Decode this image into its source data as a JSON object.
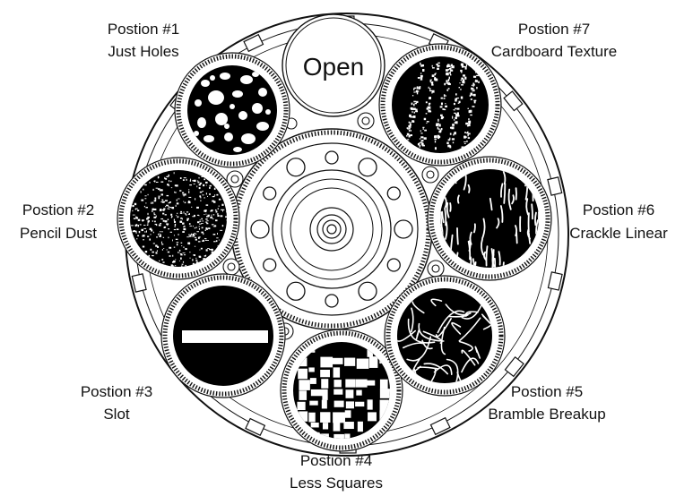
{
  "wheel": {
    "open_label": "Open",
    "positions": [
      {
        "id": 1,
        "line1": "Postion #1",
        "line2": "Just Holes",
        "pattern": "holes"
      },
      {
        "id": 2,
        "line1": "Postion #2",
        "line2": "Pencil Dust",
        "pattern": "dust"
      },
      {
        "id": 3,
        "line1": "Postion #3",
        "line2": "Slot",
        "pattern": "slot"
      },
      {
        "id": 4,
        "line1": "Postion #4",
        "line2": "Less Squares",
        "pattern": "squares"
      },
      {
        "id": 5,
        "line1": "Postion #5",
        "line2": "Bramble Breakup",
        "pattern": "bramble"
      },
      {
        "id": 6,
        "line1": "Postion #6",
        "line2": "Crackle Linear",
        "pattern": "crackle"
      },
      {
        "id": 7,
        "line1": "Postion #7",
        "line2": "Cardboard Texture",
        "pattern": "cardboard"
      }
    ]
  },
  "colors": {
    "ink": "#111111",
    "paper": "#ffffff",
    "gobo_fill": "#000000"
  }
}
